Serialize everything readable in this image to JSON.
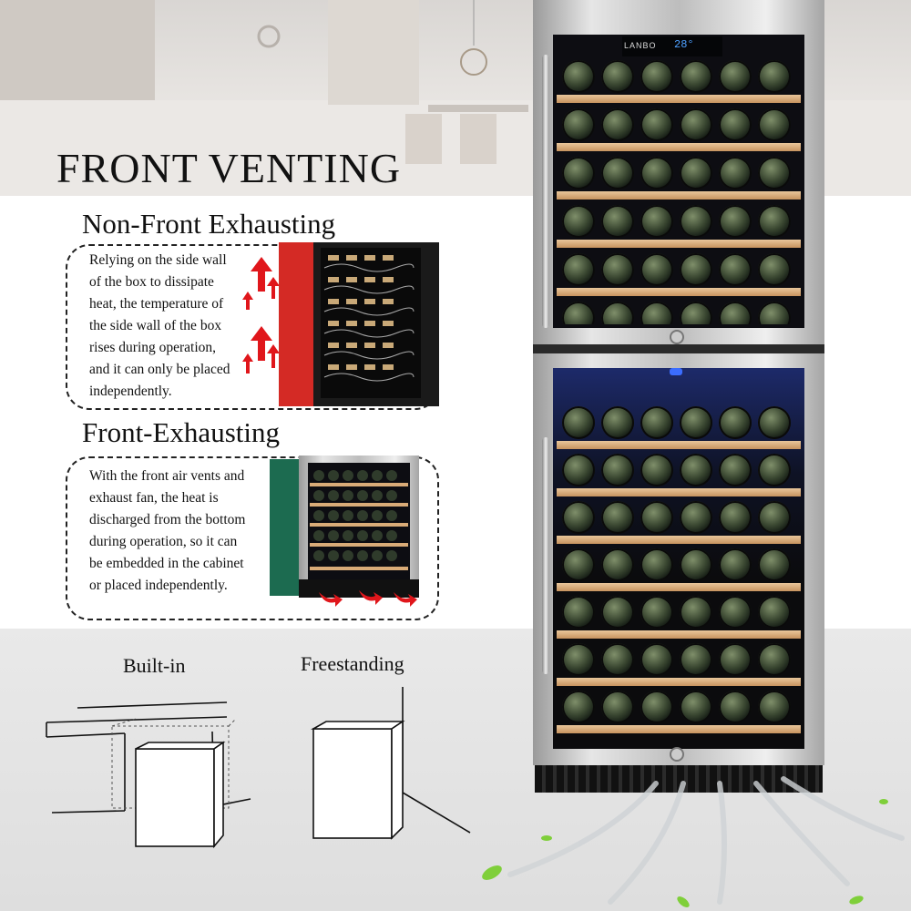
{
  "title": "FRONT VENTING",
  "non_front": {
    "heading": "Non-Front Exhausting",
    "lines": [
      "Relying on the side wall",
      "of the box to dissipate",
      "heat, the temperature of",
      "the side wall of the box",
      "rises during operation,",
      "and it can only be placed",
      "independently."
    ]
  },
  "front": {
    "heading": "Front-Exhausting",
    "lines": [
      "With the front air vents and",
      "exhaust fan, the heat is",
      "discharged from the bottom",
      "during operation, so it can",
      "be embedded in the cabinet",
      "or placed independently."
    ]
  },
  "install": {
    "built_in": "Built-in",
    "freestanding": "Freestanding"
  },
  "product": {
    "brand": "LANBO",
    "top_temp": "28°"
  },
  "colors": {
    "heat_arrow": "#e0161b",
    "red_panel": "#d42a25",
    "green_panel": "#1c6b50",
    "shelf_wood": "#d9ab78",
    "blue_light": "#3b6dff"
  },
  "icons": [
    "heat-up-arrow-icon",
    "exhaust-arrow-icon",
    "lock-icon",
    "leaf-icon"
  ]
}
